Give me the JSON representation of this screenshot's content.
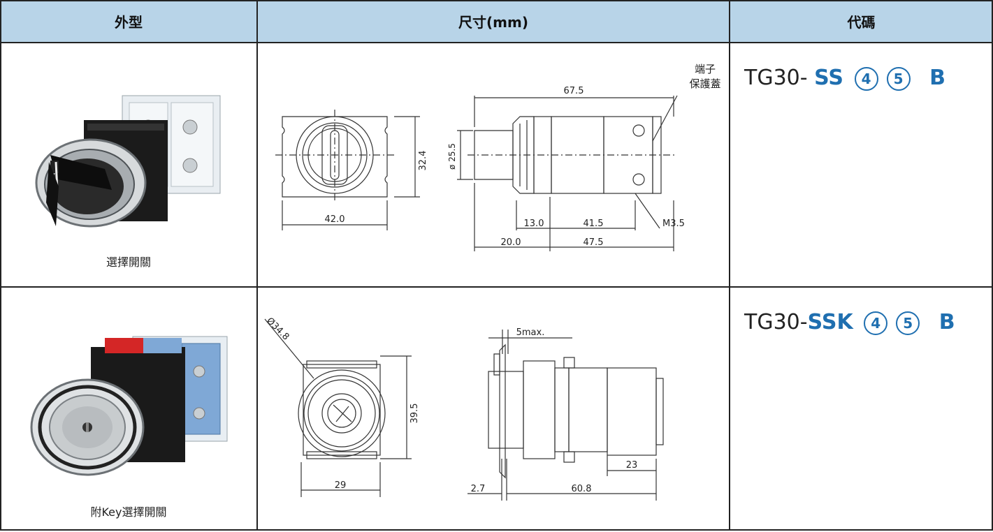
{
  "headers": {
    "shape": "外型",
    "dims": "尺寸(mm)",
    "code": "代碼"
  },
  "rows": [
    {
      "caption": "選擇開關",
      "code_prefix": "TG30- ",
      "code_type": "SS",
      "code_c1": "4",
      "code_c2": "5",
      "code_suffix": "B",
      "dims": {
        "front_w": "42.0",
        "front_h": "32.4",
        "total_len": "67.5",
        "dia": "ø 25.5",
        "d13": "13.0",
        "d415": "41.5",
        "m35": "M3.5",
        "d20": "20.0",
        "d475": "47.5",
        "note1": "端子",
        "note2": "保護蓋"
      }
    },
    {
      "caption": "附Key選擇開關",
      "code_prefix": "TG30-",
      "code_type": "SSK",
      "code_c1": "4",
      "code_c2": "5",
      "code_suffix": "B",
      "dims": {
        "dia": "Ø34.8",
        "h": "39.5",
        "w": "29",
        "max": "5max.",
        "d23": "23",
        "d27": "2.7",
        "d608": "60.8"
      }
    }
  ],
  "colors": {
    "header_bg": "#b8d4e8",
    "accent": "#1f6fb0",
    "border": "#222222"
  }
}
